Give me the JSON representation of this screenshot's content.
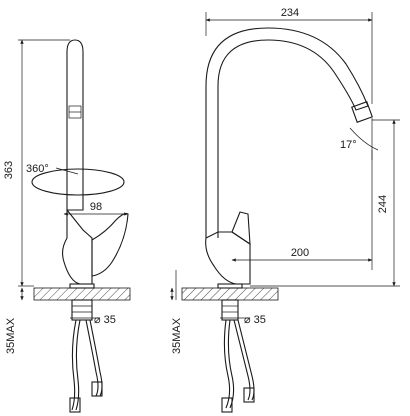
{
  "dimensions": {
    "total_height": "363",
    "rotation": "360°",
    "handle_reach": "98",
    "spout_reach": "234",
    "spout_angle": "17°",
    "spout_height": "244",
    "spout_outlet_reach": "200",
    "hole_diameter_left": "⌀ 35",
    "hole_diameter_right": "⌀ 35",
    "max_thickness_left": "35MAX",
    "max_thickness_right": "35MAX"
  }
}
